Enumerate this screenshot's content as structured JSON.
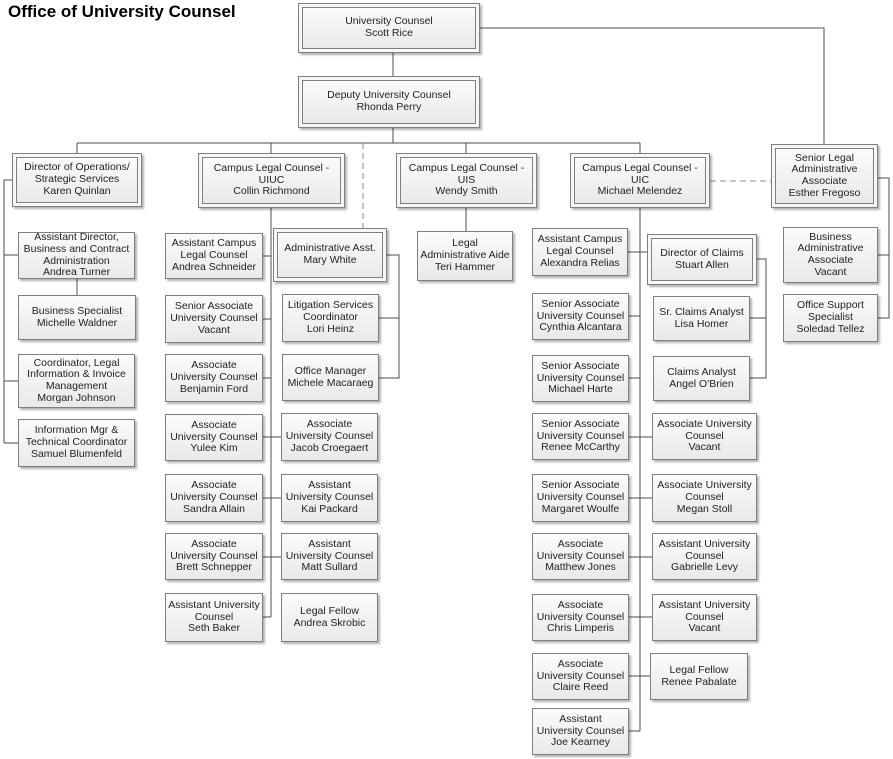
{
  "page_title": "Office of University Counsel",
  "colors": {
    "box_border": "#7f7f7f",
    "box_fill_top": "#fbfbfb",
    "box_fill_bottom": "#e9e9e9",
    "connector": "#4d4d4d",
    "dashed_connector": "#8a8a8a",
    "background": "#ffffff",
    "text": "#1f1f1f"
  },
  "nodes": [
    {
      "id": "scott_rice",
      "title": "University Counsel",
      "person": "Scott Rice",
      "box_style": "double"
    },
    {
      "id": "rhonda_perry",
      "title": "Deputy University Counsel",
      "person": "Rhonda Perry",
      "box_style": "double"
    },
    {
      "id": "karen_quinlan",
      "title": "Director of Operations/ Strategic Services",
      "person": "Karen Quinlan",
      "box_style": "double"
    },
    {
      "id": "collin_richmond",
      "title": "Campus Legal Counsel - UIUC",
      "person": "Collin Richmond",
      "box_style": "double"
    },
    {
      "id": "wendy_smith",
      "title": "Campus Legal Counsel - UIS",
      "person": "Wendy Smith",
      "box_style": "double"
    },
    {
      "id": "michael_melendez",
      "title": "Campus Legal Counsel - UIC",
      "person": "Michael Melendez",
      "box_style": "double"
    },
    {
      "id": "esther_fregoso",
      "title": "Senior Legal Administrative Associate",
      "person": "Esther Fregoso",
      "box_style": "double"
    },
    {
      "id": "andrea_turner",
      "title": "Assistant Director, Business and Contract Administration",
      "person": "Andrea Turner",
      "box_style": "single"
    },
    {
      "id": "michelle_waldner",
      "title": "Business Specialist",
      "person": "Michelle Waldner",
      "box_style": "single"
    },
    {
      "id": "morgan_johnson",
      "title": "Coordinator, Legal Information & Invoice Management",
      "person": "Morgan Johnson",
      "box_style": "single"
    },
    {
      "id": "samuel_blumenfeld",
      "title": "Information Mgr & Technical Coordinator",
      "person": "Samuel Blumenfeld",
      "box_style": "single"
    },
    {
      "id": "andrea_schneider",
      "title": "Assistant Campus Legal Counsel",
      "person": "Andrea Schneider",
      "box_style": "single"
    },
    {
      "id": "senior_assoc_uc_vacant_uiuc",
      "title": "Senior Associate University Counsel",
      "person": "Vacant",
      "box_style": "single"
    },
    {
      "id": "benjamin_ford",
      "title": "Associate University Counsel",
      "person": "Benjamin Ford",
      "box_style": "single"
    },
    {
      "id": "yulee_kim",
      "title": "Associate University Counsel",
      "person": "Yulee Kim",
      "box_style": "single"
    },
    {
      "id": "sandra_allain",
      "title": "Associate University Counsel",
      "person": "Sandra Allain",
      "box_style": "single"
    },
    {
      "id": "brett_schnepper",
      "title": "Associate University Counsel",
      "person": "Brett Schnepper",
      "box_style": "single"
    },
    {
      "id": "seth_baker",
      "title": "Assistant University Counsel",
      "person": "Seth Baker",
      "box_style": "single"
    },
    {
      "id": "mary_white",
      "title": "Administrative Asst.",
      "person": "Mary White",
      "box_style": "double"
    },
    {
      "id": "lori_heinz",
      "title": "Litigation Services Coordinator",
      "person": "Lori Heinz",
      "box_style": "single"
    },
    {
      "id": "michele_macaraeg",
      "title": "Office Manager",
      "person": "Michele Macaraeg",
      "box_style": "single"
    },
    {
      "id": "jacob_croegaert",
      "title": "Associate University Counsel",
      "person": "Jacob Croegaert",
      "box_style": "single"
    },
    {
      "id": "kai_packard",
      "title": "Assistant University Counsel",
      "person": "Kai Packard",
      "box_style": "single"
    },
    {
      "id": "matt_sullard",
      "title": "Assistant University Counsel",
      "person": "Matt Sullard",
      "box_style": "single"
    },
    {
      "id": "andrea_skrobic",
      "title": "Legal Fellow",
      "person": "Andrea Skrobic",
      "box_style": "single"
    },
    {
      "id": "teri_hammer",
      "title": "Legal Administrative Aide",
      "person": "Teri Hammer",
      "box_style": "single"
    },
    {
      "id": "alexandra_relias",
      "title": "Assistant Campus Legal Counsel",
      "person": "Alexandra Relias",
      "box_style": "single"
    },
    {
      "id": "cynthia_alcantara",
      "title": "Senior Associate University Counsel",
      "person": "Cynthia Alcantara",
      "box_style": "single"
    },
    {
      "id": "michael_harte",
      "title": "Senior Associate University Counsel",
      "person": "Michael Harte",
      "box_style": "single"
    },
    {
      "id": "renee_mccarthy",
      "title": "Senior Associate University Counsel",
      "person": "Renee McCarthy",
      "box_style": "single"
    },
    {
      "id": "margaret_woulfe",
      "title": "Senior Associate University Counsel",
      "person": "Margaret Woulfe",
      "box_style": "single"
    },
    {
      "id": "matthew_jones",
      "title": "Associate University Counsel",
      "person": "Matthew Jones",
      "box_style": "single"
    },
    {
      "id": "chris_limperis",
      "title": "Associate University Counsel",
      "person": "Chris Limperis",
      "box_style": "single"
    },
    {
      "id": "claire_reed",
      "title": "Associate University Counsel",
      "person": "Claire Reed",
      "box_style": "single"
    },
    {
      "id": "joe_kearney",
      "title": "Assistant University Counsel",
      "person": "Joe Kearney",
      "box_style": "single"
    },
    {
      "id": "stuart_allen",
      "title": "Director of Claims",
      "person": "Stuart Allen",
      "box_style": "double"
    },
    {
      "id": "lisa_homer",
      "title": "Sr. Claims Analyst",
      "person": "Lisa Homer",
      "box_style": "single"
    },
    {
      "id": "angel_obrien",
      "title": "Claims Analyst",
      "person": "Angel O'Brien",
      "box_style": "single"
    },
    {
      "id": "assoc_uc_vacant_uic",
      "title": "Associate University Counsel",
      "person": "Vacant",
      "box_style": "single"
    },
    {
      "id": "megan_stoll",
      "title": "Associate University Counsel",
      "person": "Megan Stoll",
      "box_style": "single"
    },
    {
      "id": "gabrielle_levy",
      "title": "Assistant University Counsel",
      "person": "Gabrielle Levy",
      "box_style": "single"
    },
    {
      "id": "asst_uc_vacant_uic",
      "title": "Assistant University Counsel",
      "person": "Vacant",
      "box_style": "single"
    },
    {
      "id": "renee_pabalate",
      "title": "Legal Fellow",
      "person": "Renee Pabalate",
      "box_style": "single"
    },
    {
      "id": "biz_admin_assoc_vacant",
      "title": "Business Administrative Associate",
      "person": "Vacant",
      "box_style": "single"
    },
    {
      "id": "soledad_tellez",
      "title": "Office Support Specialist",
      "person": "Soledad Tellez",
      "box_style": "single"
    }
  ],
  "edges": [
    {
      "from": "scott_rice",
      "to": "rhonda_perry",
      "style": "solid"
    },
    {
      "from": "scott_rice",
      "to": "esther_fregoso",
      "style": "solid"
    },
    {
      "from": "rhonda_perry",
      "to": "karen_quinlan",
      "style": "solid"
    },
    {
      "from": "rhonda_perry",
      "to": "collin_richmond",
      "style": "solid"
    },
    {
      "from": "rhonda_perry",
      "to": "wendy_smith",
      "style": "solid"
    },
    {
      "from": "rhonda_perry",
      "to": "michael_melendez",
      "style": "solid"
    },
    {
      "from": "rhonda_perry",
      "to": "mary_white",
      "style": "dashed"
    },
    {
      "from": "michael_melendez",
      "to": "esther_fregoso",
      "style": "dashed"
    },
    {
      "from": "karen_quinlan",
      "to": "andrea_turner",
      "style": "solid"
    },
    {
      "from": "karen_quinlan",
      "to": "morgan_johnson",
      "style": "solid"
    },
    {
      "from": "karen_quinlan",
      "to": "samuel_blumenfeld",
      "style": "solid"
    },
    {
      "from": "andrea_turner",
      "to": "michelle_waldner",
      "style": "solid"
    },
    {
      "from": "collin_richmond",
      "to": "andrea_schneider",
      "style": "solid"
    },
    {
      "from": "collin_richmond",
      "to": "senior_assoc_uc_vacant_uiuc",
      "style": "solid"
    },
    {
      "from": "collin_richmond",
      "to": "benjamin_ford",
      "style": "solid"
    },
    {
      "from": "collin_richmond",
      "to": "yulee_kim",
      "style": "solid"
    },
    {
      "from": "collin_richmond",
      "to": "jacob_croegaert",
      "style": "solid"
    },
    {
      "from": "collin_richmond",
      "to": "sandra_allain",
      "style": "solid"
    },
    {
      "from": "collin_richmond",
      "to": "kai_packard",
      "style": "solid"
    },
    {
      "from": "collin_richmond",
      "to": "brett_schnepper",
      "style": "solid"
    },
    {
      "from": "collin_richmond",
      "to": "matt_sullard",
      "style": "solid"
    },
    {
      "from": "collin_richmond",
      "to": "seth_baker",
      "style": "solid"
    },
    {
      "from": "mary_white",
      "to": "lori_heinz",
      "style": "solid"
    },
    {
      "from": "mary_white",
      "to": "michele_macaraeg",
      "style": "solid"
    },
    {
      "from": "wendy_smith",
      "to": "teri_hammer",
      "style": "solid"
    },
    {
      "from": "michael_melendez",
      "to": "alexandra_relias",
      "style": "solid"
    },
    {
      "from": "michael_melendez",
      "to": "stuart_allen",
      "style": "solid"
    },
    {
      "from": "michael_melendez",
      "to": "cynthia_alcantara",
      "style": "solid"
    },
    {
      "from": "michael_melendez",
      "to": "michael_harte",
      "style": "solid"
    },
    {
      "from": "michael_melendez",
      "to": "renee_mccarthy",
      "style": "solid"
    },
    {
      "from": "michael_melendez",
      "to": "assoc_uc_vacant_uic",
      "style": "solid"
    },
    {
      "from": "michael_melendez",
      "to": "margaret_woulfe",
      "style": "solid"
    },
    {
      "from": "michael_melendez",
      "to": "megan_stoll",
      "style": "solid"
    },
    {
      "from": "michael_melendez",
      "to": "matthew_jones",
      "style": "solid"
    },
    {
      "from": "michael_melendez",
      "to": "gabrielle_levy",
      "style": "solid"
    },
    {
      "from": "michael_melendez",
      "to": "chris_limperis",
      "style": "solid"
    },
    {
      "from": "michael_melendez",
      "to": "asst_uc_vacant_uic",
      "style": "solid"
    },
    {
      "from": "michael_melendez",
      "to": "claire_reed",
      "style": "solid"
    },
    {
      "from": "michael_melendez",
      "to": "renee_pabalate",
      "style": "solid"
    },
    {
      "from": "michael_melendez",
      "to": "joe_kearney",
      "style": "solid"
    },
    {
      "from": "stuart_allen",
      "to": "lisa_homer",
      "style": "solid"
    },
    {
      "from": "stuart_allen",
      "to": "angel_obrien",
      "style": "solid"
    },
    {
      "from": "esther_fregoso",
      "to": "biz_admin_assoc_vacant",
      "style": "solid"
    },
    {
      "from": "esther_fregoso",
      "to": "soledad_tellez",
      "style": "solid"
    }
  ]
}
